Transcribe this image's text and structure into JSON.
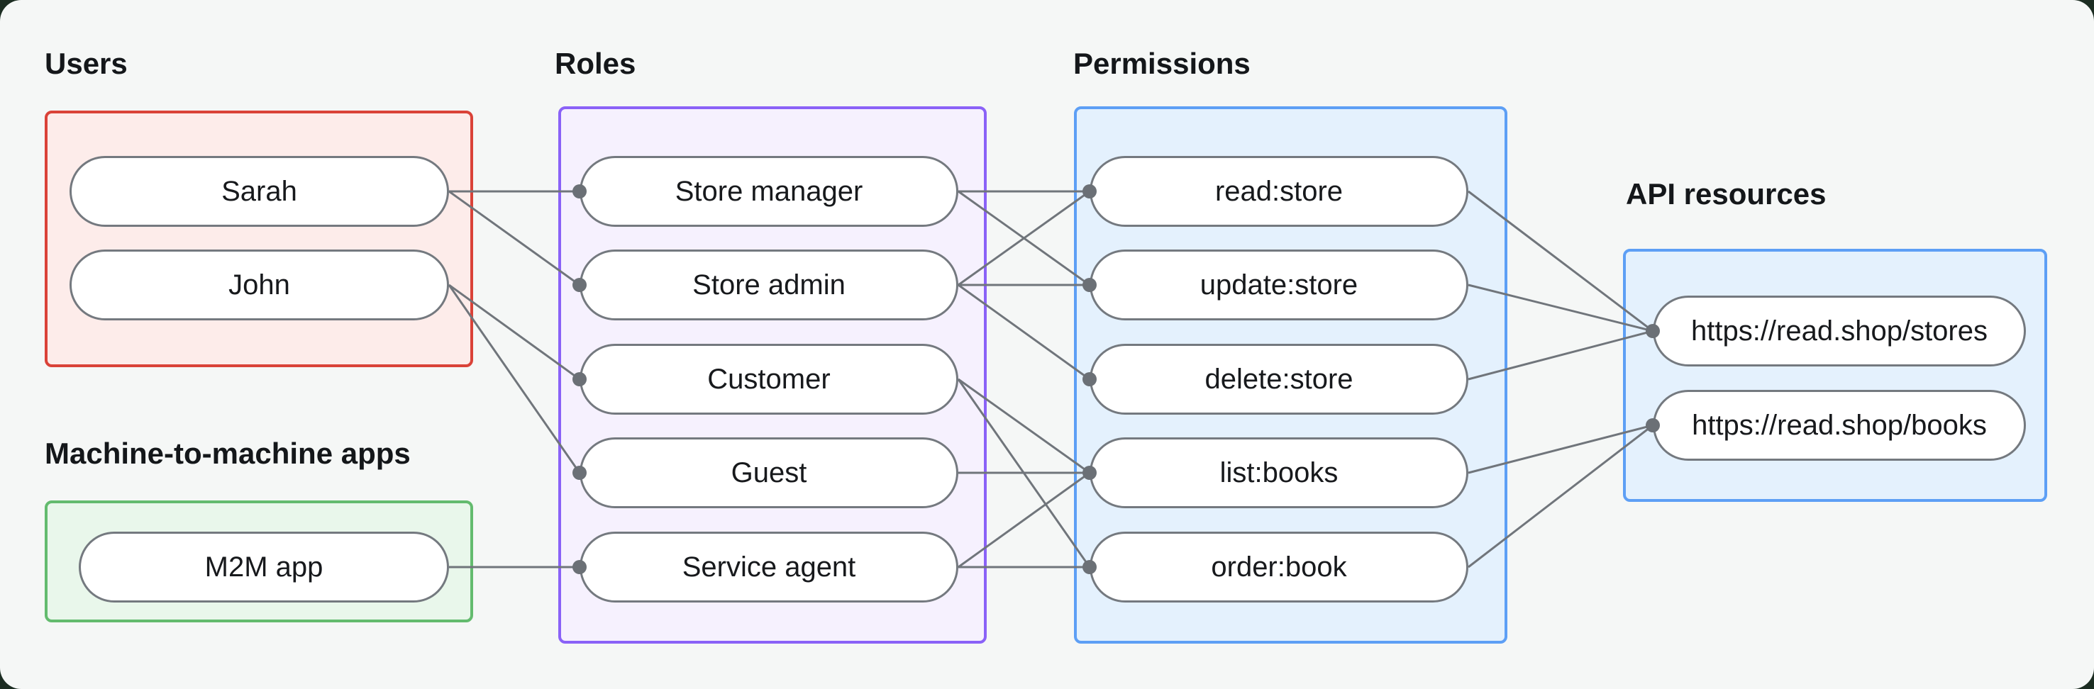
{
  "groups": {
    "users": {
      "title": "Users",
      "items": [
        {
          "id": "sarah",
          "label": "Sarah"
        },
        {
          "id": "john",
          "label": "John"
        }
      ]
    },
    "m2m_apps": {
      "title": "Machine-to-machine apps",
      "items": [
        {
          "id": "m2m_app",
          "label": "M2M app"
        }
      ]
    },
    "roles": {
      "title": "Roles",
      "items": [
        {
          "id": "store_manager",
          "label": "Store manager"
        },
        {
          "id": "store_admin",
          "label": "Store admin"
        },
        {
          "id": "customer",
          "label": "Customer"
        },
        {
          "id": "guest",
          "label": "Guest"
        },
        {
          "id": "service_agent",
          "label": "Service agent"
        }
      ]
    },
    "permissions": {
      "title": "Permissions",
      "items": [
        {
          "id": "read_store",
          "label": "read:store"
        },
        {
          "id": "update_store",
          "label": "update:store"
        },
        {
          "id": "delete_store",
          "label": "delete:store"
        },
        {
          "id": "list_books",
          "label": "list:books"
        },
        {
          "id": "order_book",
          "label": "order:book"
        }
      ]
    },
    "api_resources": {
      "title": "API resources",
      "items": [
        {
          "id": "stores",
          "label": "https://read.shop/stores"
        },
        {
          "id": "books",
          "label": "https://read.shop/books"
        }
      ]
    }
  },
  "edges": [
    [
      "sarah",
      "store_manager"
    ],
    [
      "sarah",
      "store_admin"
    ],
    [
      "john",
      "customer"
    ],
    [
      "john",
      "guest"
    ],
    [
      "m2m_app",
      "service_agent"
    ],
    [
      "store_manager",
      "read_store"
    ],
    [
      "store_manager",
      "update_store"
    ],
    [
      "store_admin",
      "read_store"
    ],
    [
      "store_admin",
      "update_store"
    ],
    [
      "store_admin",
      "delete_store"
    ],
    [
      "customer",
      "list_books"
    ],
    [
      "customer",
      "order_book"
    ],
    [
      "guest",
      "list_books"
    ],
    [
      "service_agent",
      "list_books"
    ],
    [
      "service_agent",
      "order_book"
    ],
    [
      "read_store",
      "stores"
    ],
    [
      "update_store",
      "stores"
    ],
    [
      "delete_store",
      "stores"
    ],
    [
      "list_books",
      "books"
    ],
    [
      "order_book",
      "books"
    ]
  ],
  "colors": {
    "canvas_background": "#f5f7f6",
    "users_border": "#da4238",
    "users_fill": "#fdecea",
    "m2m_border": "#63bb6e",
    "m2m_fill": "#e9f7eb",
    "roles_border": "#8a62f7",
    "roles_fill": "#f6f1fe",
    "permissions_border": "#5d9ff5",
    "permissions_fill": "#e4f1fd",
    "api_resources_border": "#5d9ff5",
    "api_resources_fill": "#e4f1fd",
    "node_border": "#74797f",
    "edge_line": "#70757b",
    "edge_dot": "#6b7076",
    "text": "#17191c"
  }
}
